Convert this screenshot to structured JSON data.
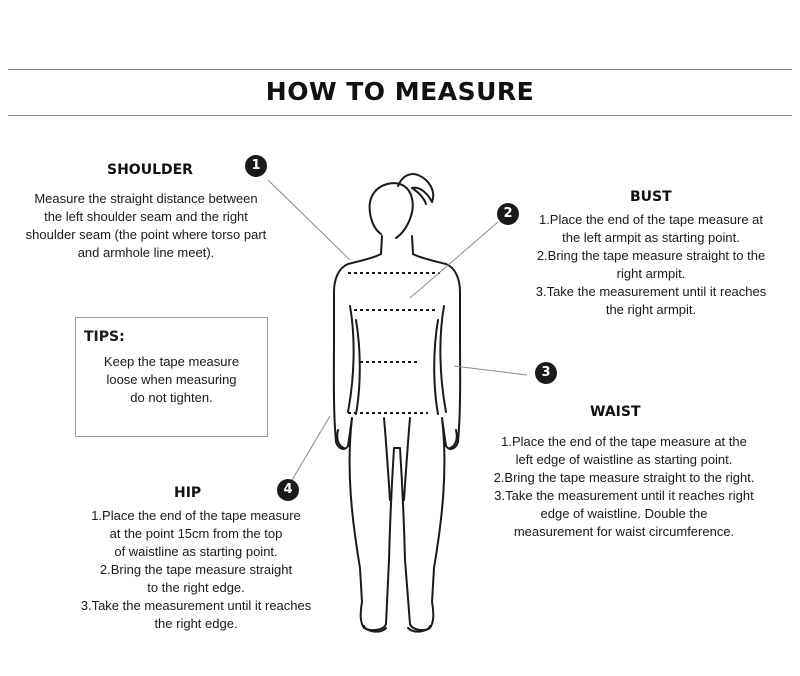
{
  "title": "HOW TO MEASURE",
  "shoulder": {
    "heading": "SHOULDER",
    "number": "1",
    "lines": [
      "Measure the straight distance between",
      "the left shoulder seam and the right",
      "shoulder seam (the point where torso part",
      "and armhole line meet)."
    ]
  },
  "bust": {
    "heading": "BUST",
    "number": "2",
    "lines": [
      "1.Place the end of the tape measure at",
      "the left armpit as starting point.",
      "2.Bring the tape measure straight to the",
      "right armpit.",
      "3.Take the measurement until it reaches",
      "the right armpit."
    ]
  },
  "waist": {
    "heading": "WAIST",
    "number": "3",
    "lines": [
      "1.Place the end of the tape measure at the",
      "left edge of waistline as starting point.",
      "2.Bring the tape measure straight to the right.",
      "3.Take the measurement until it reaches right",
      "edge of waistline. Double the",
      "measurement for waist circumference."
    ]
  },
  "hip": {
    "heading": "HIP",
    "number": "4",
    "lines": [
      "1.Place the end of the tape measure",
      "at the point 15cm from the top",
      "of waistline as starting point.",
      "2.Bring the tape measure straight",
      "to the right edge.",
      "3.Take the measurement until it reaches",
      "the right edge."
    ]
  },
  "tips": {
    "title": "TIPS:",
    "lines": [
      "Keep the tape measure",
      "loose when measuring",
      "do not tighten."
    ]
  },
  "figure_icon": "female-body-outline-icon"
}
